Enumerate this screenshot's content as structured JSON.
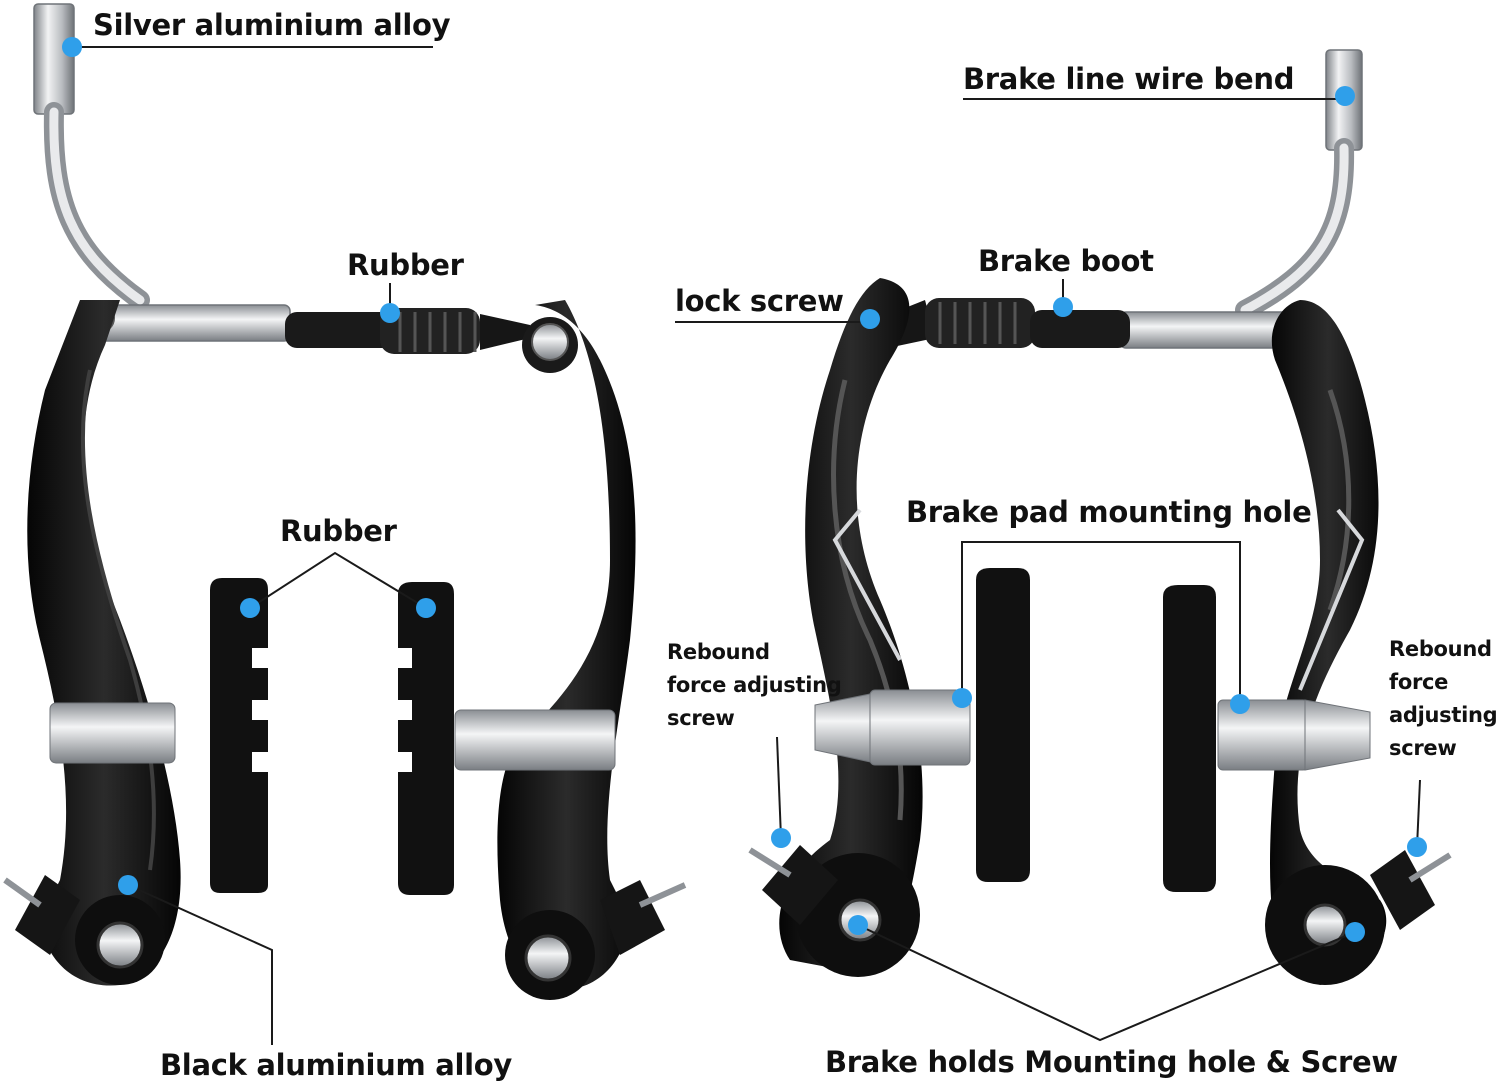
{
  "colors": {
    "background": "#ffffff",
    "callout_dot": "#2f9fea",
    "leader_line": "#1a1a1a",
    "caliper_black": "#111111",
    "caliper_highlight": "#3a3a3a",
    "silver": "#c9ccd0",
    "silver_dark": "#8e9297",
    "label_text": "#111111"
  },
  "left_brake": {
    "labels": {
      "silver_alloy": "Silver aluminium alloy",
      "rubber_top": "Rubber",
      "rubber_pads": "Rubber",
      "black_alloy": "Black aluminium alloy"
    }
  },
  "right_brake": {
    "labels": {
      "wire_bend": "Brake line wire bend",
      "brake_boot": "Brake boot",
      "lock_screw": "lock screw",
      "pad_mount": "Brake pad mounting hole",
      "rebound_left": [
        "Rebound",
        "force adjusting",
        "screw"
      ],
      "rebound_right": [
        "Rebound",
        "force",
        "adjusting",
        "screw"
      ],
      "mount_hole": "Brake holds Mounting hole & Screw"
    }
  }
}
